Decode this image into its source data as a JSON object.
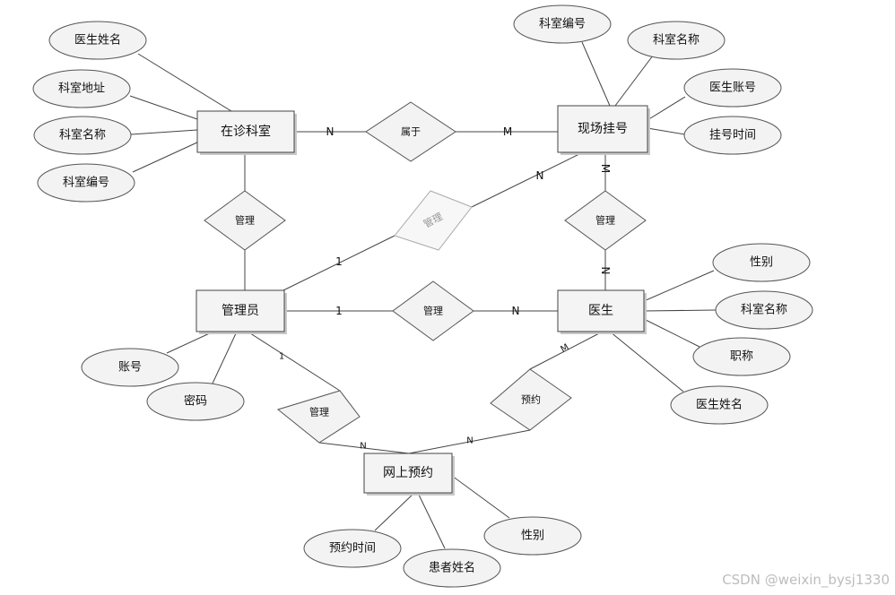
{
  "entities": {
    "dept": "在诊科室",
    "onsite": "现场挂号",
    "admin": "管理员",
    "doctor": "医生",
    "online": "网上预约"
  },
  "relationships": {
    "belongs": "属于",
    "manage_dept": "管理",
    "manage_onsite": "管理",
    "manage_doctor": "管理",
    "manage_doctor_onsite": "管理",
    "manage_online": "管理",
    "reserve": "预约"
  },
  "attributes": {
    "dept_doctor_name": "医生姓名",
    "dept_address": "科室地址",
    "dept_name": "科室名称",
    "dept_id": "科室编号",
    "onsite_dept_id": "科室编号",
    "onsite_dept_name": "科室名称",
    "onsite_doctor_account": "医生账号",
    "onsite_time": "挂号时间",
    "doctor_gender": "性别",
    "doctor_dept_name": "科室名称",
    "doctor_title": "职称",
    "doctor_name": "医生姓名",
    "admin_account": "账号",
    "admin_password": "密码",
    "online_time": "预约时间",
    "online_patient_name": "患者姓名",
    "online_gender": "性别"
  },
  "cardinalities": {
    "dept_belongs": "N",
    "belongs_onsite": "M",
    "admin_onsite": "1",
    "onsite_admin": "N",
    "onsite_manage": "M",
    "manage_doctor": "N",
    "admin_manage": "1",
    "manage_doctor_n": "N",
    "admin_online": "1",
    "online_admin": "N",
    "online_reserve": "N",
    "reserve_doctor": "M"
  },
  "watermark": "CSDN @weixin_bysj1330"
}
